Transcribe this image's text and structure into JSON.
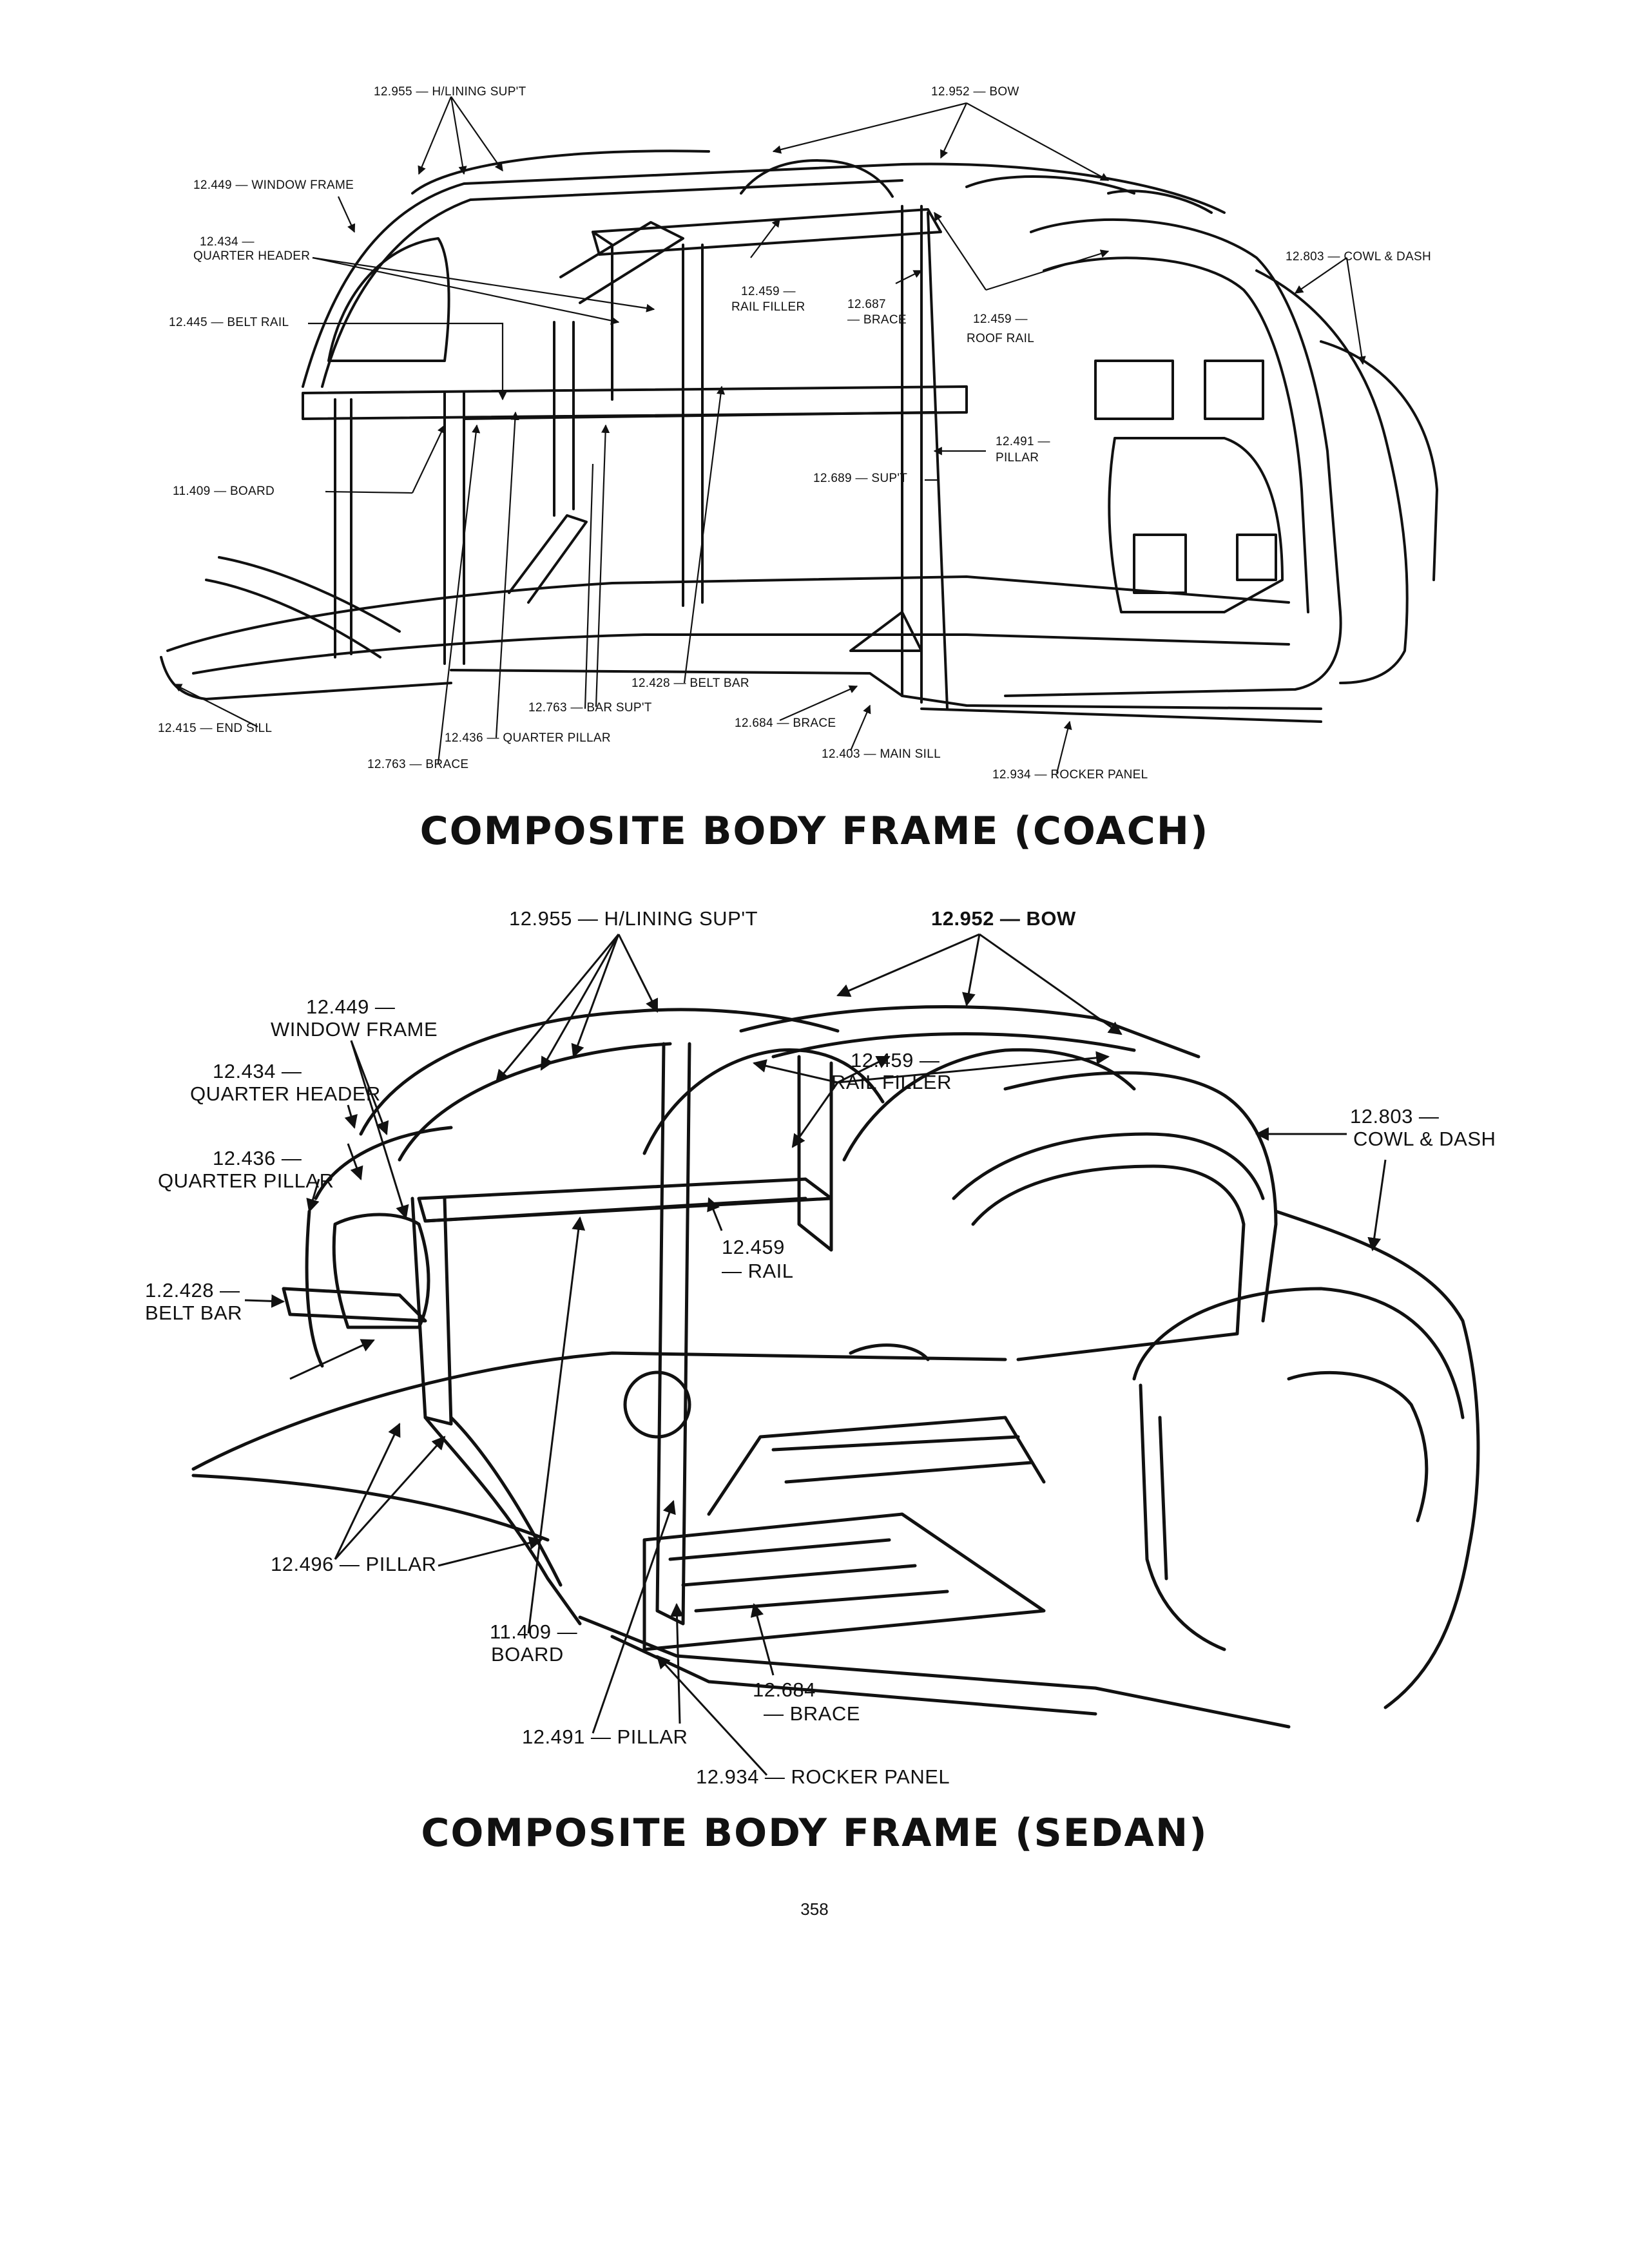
{
  "coach": {
    "title": "COMPOSITE BODY FRAME (COACH)",
    "labels": {
      "lining_support": "12.955 — H/LINING SUP'T",
      "bow": "12.952 — BOW",
      "window_frame": "12.449 — WINDOW FRAME",
      "quarter_header_num": "12.434 —",
      "quarter_header_name": "QUARTER HEADER",
      "rail_filler_num": "12.459 —",
      "rail_filler_name": "RAIL FILLER",
      "brace_687_num": "12.687",
      "brace_687_name": "— BRACE",
      "roof_rail_num": "12.459 —",
      "roof_rail_name": "ROOF RAIL",
      "cowl_dash": "12.803 — COWL & DASH",
      "belt_rail": "12.445 — BELT RAIL",
      "pillar_num": "12.491 —",
      "pillar_name": "PILLAR",
      "support_689": "12.689 — SUP'T",
      "board": "11.409 — BOARD",
      "belt_bar": "12.428 — BELT BAR",
      "bar_support": "12.763 — BAR SUP'T",
      "brace_684": "12.684 — BRACE",
      "end_sill": "12.415 — END SILL",
      "quarter_pillar": "12.436 — QUARTER PILLAR",
      "main_sill": "12.403 — MAIN SILL",
      "brace_763": "12.763 — BRACE",
      "rocker_panel": "12.934 — ROCKER PANEL"
    }
  },
  "sedan": {
    "title": "COMPOSITE BODY FRAME (SEDAN)",
    "labels": {
      "lining_support": "12.955 — H/LINING SUP'T",
      "bow": "12.952 — BOW",
      "window_frame_num": "12.449 —",
      "window_frame_name": "WINDOW FRAME",
      "quarter_header_num": "12.434 —",
      "quarter_header_name": "QUARTER HEADER",
      "rail_filler_num": "12.459 —",
      "rail_filler_name": "RAIL FILLER",
      "cowl_dash_num": "12.803 —",
      "cowl_dash_name": "COWL & DASH",
      "quarter_pillar_num": "12.436 —",
      "quarter_pillar_name": "QUARTER PILLAR",
      "rail_num": "12.459",
      "rail_name": "— RAIL",
      "belt_bar_num": "1.2.428 —",
      "belt_bar_name": "BELT BAR",
      "pillar_496": "12.496 — PILLAR",
      "board_num": "11.409 —",
      "board_name": "BOARD",
      "brace_num": "12.684",
      "brace_name": "— BRACE",
      "pillar_491": "12.491 — PILLAR",
      "rocker_panel": "12.934 — ROCKER PANEL"
    }
  },
  "page_number": "358"
}
